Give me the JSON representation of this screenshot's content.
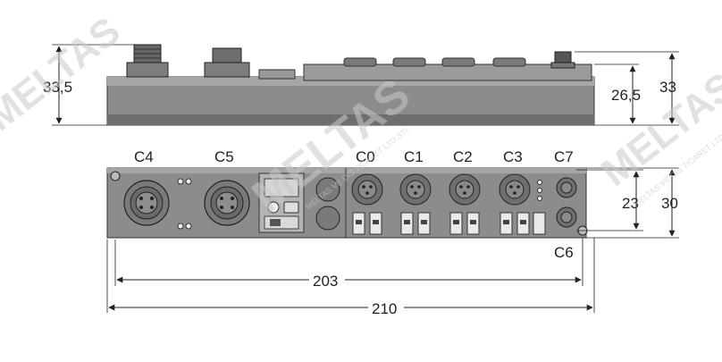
{
  "diagram": {
    "connector_labels": {
      "c4": "C4",
      "c5": "C5",
      "c0": "C0",
      "c1": "C1",
      "c2": "C2",
      "c3": "C3",
      "c7": "C7",
      "c6": "C6"
    },
    "dimensions": {
      "side_height_left": "33,5",
      "side_height_inner": "26,5",
      "side_height_total": "33",
      "front_height_inner": "23",
      "front_height_total": "30",
      "width_inner": "203",
      "width_total": "210"
    },
    "watermark": {
      "brand": "MELTAS",
      "tagline": "MELTAS VE DIS TICARET LTD.STI."
    },
    "colors": {
      "housing": "#8a8a8a",
      "housing_dark": "#5e5e5e",
      "line": "#222222"
    }
  }
}
